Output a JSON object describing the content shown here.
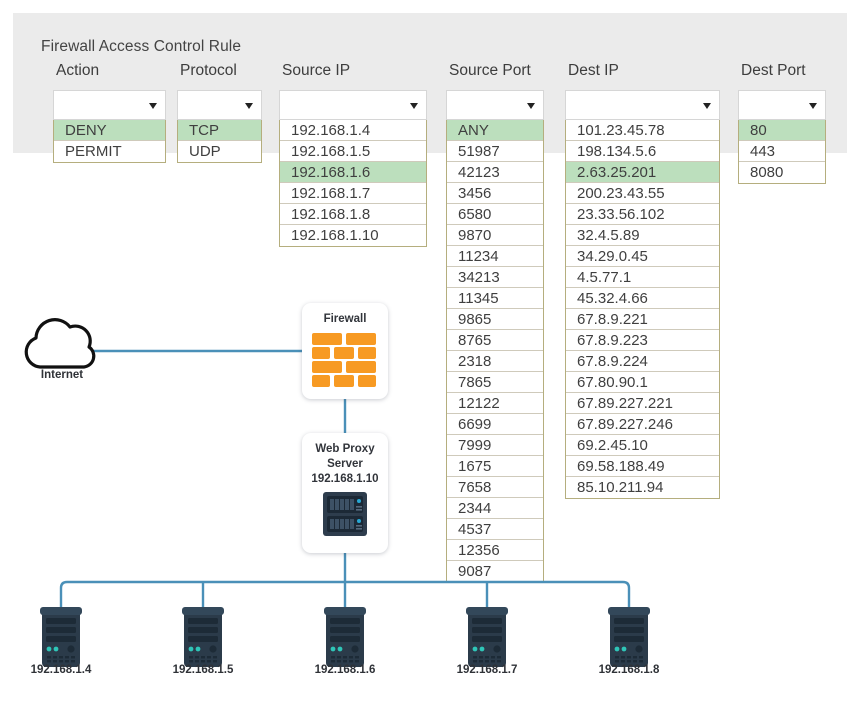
{
  "panel": {
    "title": "Firewall Access Control Rule",
    "background": "#ebebeb",
    "highlight_color": "#bcdfbd",
    "border_color": "#b5ae7e"
  },
  "columns": [
    {
      "name": "action",
      "label": "Action",
      "selected_value": "",
      "placeholder": "",
      "options": [
        "DENY",
        "PERMIT"
      ],
      "selected_index": 0
    },
    {
      "name": "protocol",
      "label": "Protocol",
      "selected_value": "",
      "placeholder": "",
      "options": [
        "TCP",
        "UDP"
      ],
      "selected_index": 0
    },
    {
      "name": "source-ip",
      "label": "Source IP",
      "selected_value": "",
      "placeholder": "",
      "options": [
        "192.168.1.4",
        "192.168.1.5",
        "192.168.1.6",
        "192.168.1.7",
        "192.168.1.8",
        "192.168.1.10"
      ],
      "selected_index": 2
    },
    {
      "name": "source-port",
      "label": "Source Port",
      "selected_value": "",
      "placeholder": "",
      "options": [
        "ANY",
        "51987",
        "42123",
        "3456",
        "6580",
        "9870",
        "11234",
        "34213",
        "11345",
        "9865",
        "8765",
        "2318",
        "7865",
        "12122",
        "6699",
        "7999",
        "1675",
        "7658",
        "2344",
        "4537",
        "12356",
        "9087"
      ],
      "selected_index": 0
    },
    {
      "name": "dest-ip",
      "label": "Dest IP",
      "selected_value": "",
      "placeholder": "",
      "options": [
        "101.23.45.78",
        "198.134.5.6",
        "2.63.25.201",
        "200.23.43.55",
        "23.33.56.102",
        "32.4.5.89",
        "34.29.0.45",
        "4.5.77.1",
        "45.32.4.66",
        "67.8.9.221",
        "67.8.9.223",
        "67.8.9.224",
        "67.80.90.1",
        "67.89.227.221",
        "67.89.227.246",
        "69.2.45.10",
        "69.58.188.49",
        "85.10.211.94"
      ],
      "selected_index": 2
    },
    {
      "name": "dest-port",
      "label": "Dest Port",
      "selected_value": "",
      "placeholder": "",
      "options": [
        "80",
        "443",
        "8080"
      ],
      "selected_index": 0
    }
  ],
  "diagram": {
    "link_color": "#4a90b8",
    "cloud": {
      "label": "Internet"
    },
    "firewall": {
      "title": "Firewall",
      "icon": "brick-wall-icon",
      "icon_color": "#f79a23"
    },
    "proxy": {
      "title_line1": "Web Proxy",
      "title_line2": "Server",
      "title_line3": "192.168.1.10",
      "icon": "server-rack-icon",
      "icon_color": "#2e3d4d"
    },
    "hosts": [
      {
        "label": "192.168.1.4"
      },
      {
        "label": "192.168.1.5"
      },
      {
        "label": "192.168.1.6"
      },
      {
        "label": "192.168.1.7"
      },
      {
        "label": "192.168.1.8"
      }
    ]
  }
}
